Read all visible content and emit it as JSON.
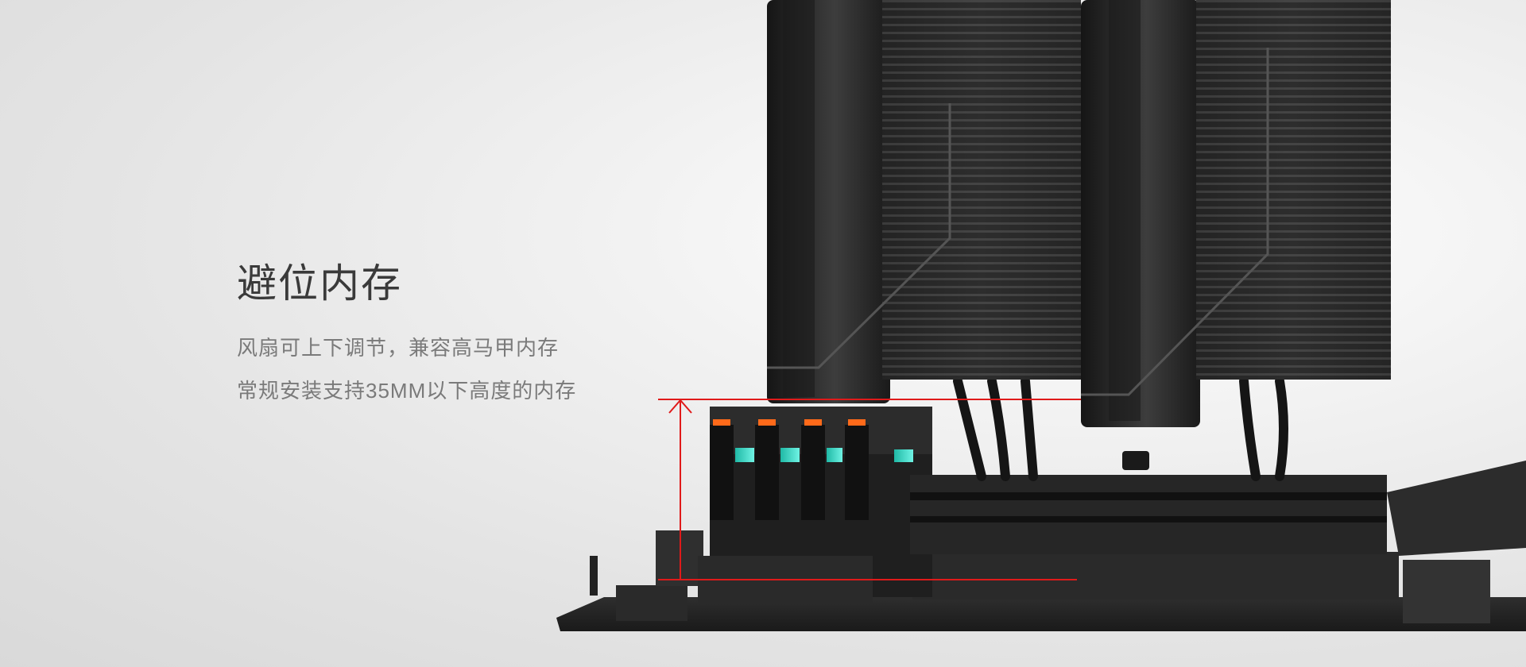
{
  "headline": "避位内存",
  "description": {
    "line1": "风扇可上下调节，兼容高马甲内存",
    "line2": "常规安装支持35MM以下高度的内存"
  },
  "colors": {
    "background": "#e8e8e8",
    "headline": "#3a3a3a",
    "description": "#7a7a7a",
    "cooler_body": "#2b2b2b",
    "measure_line": "#e01a1a",
    "ram_orange": "#ff6a1a",
    "ram_cyan": "#29e0c8"
  },
  "scene": {
    "subject": "dual-tower CPU cooler over motherboard with RAM sticks",
    "measure_indicator": "height-measure-arrow"
  }
}
